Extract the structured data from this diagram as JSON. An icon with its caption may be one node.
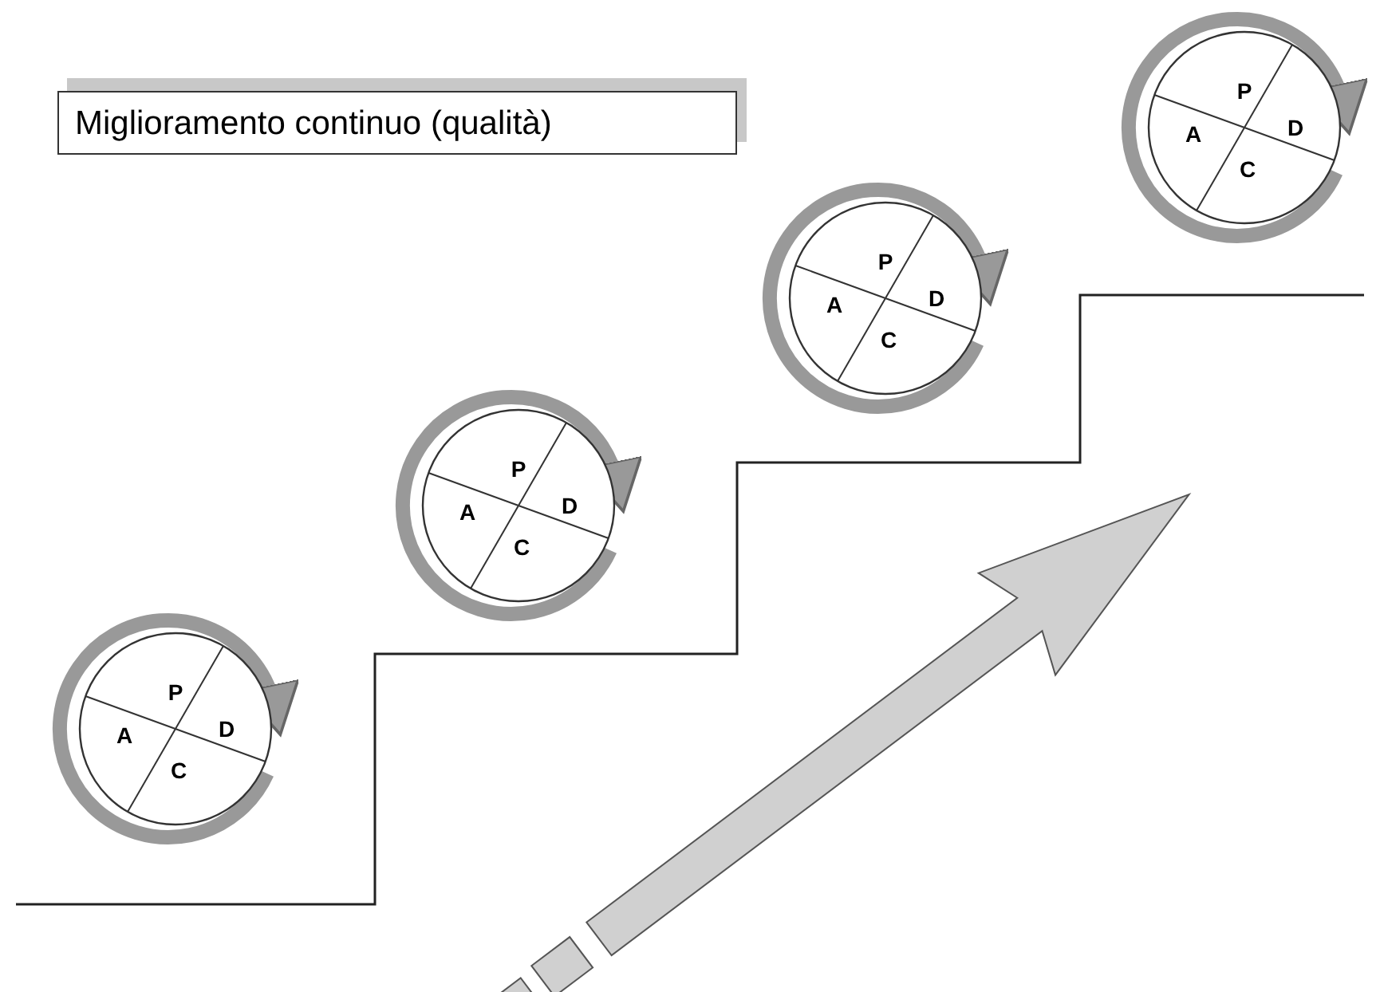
{
  "diagram": {
    "title": "Miglioramento continuo (qualità)",
    "nodes": [
      {
        "text": [
          "P",
          "D",
          "C",
          "A"
        ]
      },
      {
        "text": [
          "P",
          "D",
          "C",
          "A"
        ]
      },
      {
        "text": [
          "P",
          "D",
          "C",
          "A"
        ]
      },
      {
        "text": [
          "P",
          "D",
          "C",
          "A"
        ]
      }
    ],
    "edges": [
      {
        "from": 0,
        "to": 0,
        "arrow": "to"
      },
      {
        "from": 1,
        "to": 1,
        "arrow": "to"
      },
      {
        "from": 2,
        "to": 2,
        "arrow": "to"
      },
      {
        "from": 3,
        "to": 3,
        "arrow": "to"
      }
    ]
  }
}
